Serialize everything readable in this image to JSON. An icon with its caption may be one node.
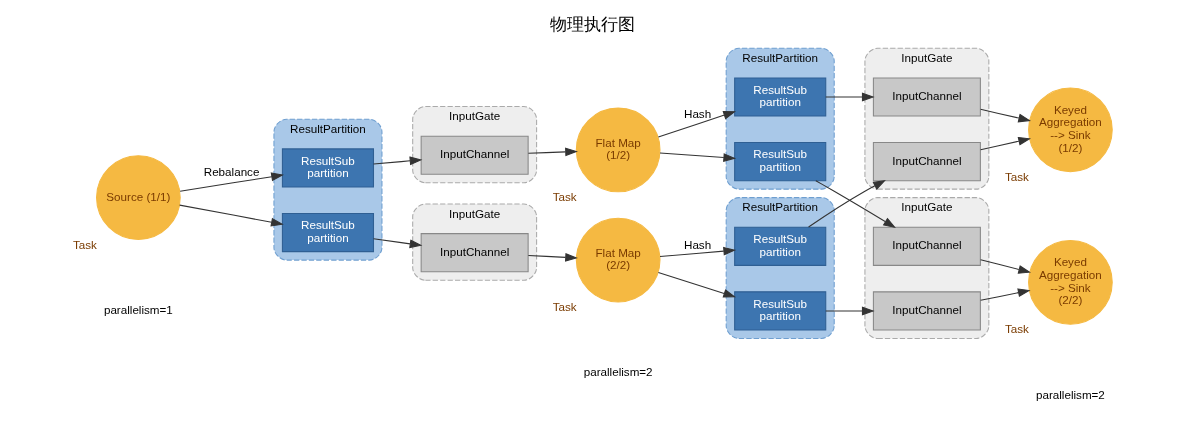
{
  "diagram": {
    "title": "物理执行图",
    "nodes": [
      {
        "text": [
          "Source (1/1)"
        ],
        "beside": [
          "Task"
        ]
      },
      {
        "text": [
          "ResultPartition"
        ]
      },
      {
        "text": [
          "ResultSub partition"
        ],
        "in": 1
      },
      {
        "text": [
          "ResultSub partition"
        ],
        "in": 1
      },
      {
        "text": [
          "InputGate"
        ]
      },
      {
        "text": [
          "InputChannel"
        ],
        "in": 4
      },
      {
        "text": [
          "InputGate"
        ]
      },
      {
        "text": [
          "InputChannel"
        ],
        "in": 6
      },
      {
        "text": [
          "Flat Map (1/2)"
        ],
        "beside": [
          "Task"
        ]
      },
      {
        "text": [
          "Flat Map (2/2)"
        ],
        "beside": [
          "Task"
        ]
      },
      {
        "text": [
          "ResultPartition"
        ]
      },
      {
        "text": [
          "ResultSub partition"
        ],
        "in": 10
      },
      {
        "text": [
          "ResultSub partition"
        ],
        "in": 10
      },
      {
        "text": [
          "ResultPartition"
        ]
      },
      {
        "text": [
          "ResultSub partition"
        ],
        "in": 13
      },
      {
        "text": [
          "ResultSub partition"
        ],
        "in": 13
      },
      {
        "text": [
          "InputGate"
        ]
      },
      {
        "text": [
          "InputChannel"
        ],
        "in": 16
      },
      {
        "text": [
          "InputChannel"
        ],
        "in": 16
      },
      {
        "text": [
          "InputGate"
        ]
      },
      {
        "text": [
          "InputChannel"
        ],
        "in": 19
      },
      {
        "text": [
          "InputChannel"
        ],
        "in": 19
      },
      {
        "text": [
          "Keyed Aggregation --> Sink (1/2)"
        ],
        "beside": [
          "Task"
        ]
      },
      {
        "text": [
          "Keyed Aggregation --> Sink (2/2)"
        ],
        "beside": [
          "Task"
        ]
      }
    ],
    "edges": [
      {
        "from": 0,
        "to": 2,
        "arrow": "to",
        "label": "Rebalance"
      },
      {
        "from": 0,
        "to": 3,
        "arrow": "to"
      },
      {
        "from": 2,
        "to": 5,
        "arrow": "to"
      },
      {
        "from": 3,
        "to": 7,
        "arrow": "to"
      },
      {
        "from": 5,
        "to": 8,
        "arrow": "to"
      },
      {
        "from": 7,
        "to": 9,
        "arrow": "to"
      },
      {
        "from": 8,
        "to": 11,
        "arrow": "to",
        "label": "Hash"
      },
      {
        "from": 8,
        "to": 12,
        "arrow": "to"
      },
      {
        "from": 9,
        "to": 14,
        "arrow": "to",
        "label": "Hash"
      },
      {
        "from": 9,
        "to": 15,
        "arrow": "to"
      },
      {
        "from": 11,
        "to": 17,
        "arrow": "to"
      },
      {
        "from": 12,
        "to": 20,
        "arrow": "to"
      },
      {
        "from": 14,
        "to": 18,
        "arrow": "to"
      },
      {
        "from": 15,
        "to": 21,
        "arrow": "to"
      },
      {
        "from": 17,
        "to": 22,
        "arrow": "to"
      },
      {
        "from": 18,
        "to": 22,
        "arrow": "to"
      },
      {
        "from": 20,
        "to": 23,
        "arrow": "to"
      },
      {
        "from": 21,
        "to": 23,
        "arrow": "to"
      }
    ],
    "labels": [
      "parallelism=1",
      "parallelism=2",
      "parallelism=2"
    ]
  }
}
